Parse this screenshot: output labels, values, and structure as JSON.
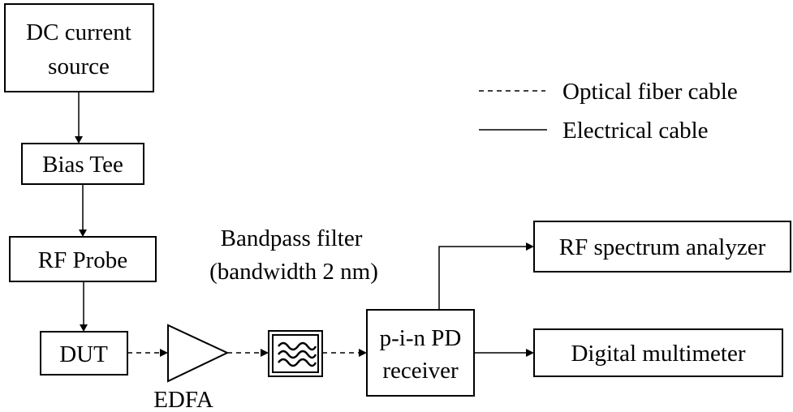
{
  "blocks": {
    "dc_source": [
      "DC current",
      "source"
    ],
    "bias_tee": [
      "Bias Tee"
    ],
    "rf_probe": [
      "RF Probe"
    ],
    "dut": [
      "DUT"
    ],
    "pd_receiver": [
      "p-i-n PD",
      "receiver"
    ],
    "rf_analyzer": [
      "RF spectrum analyzer"
    ],
    "multimeter": [
      "Digital multimeter"
    ]
  },
  "labels": {
    "edfa": "EDFA",
    "bandpass_title": "Bandpass filter",
    "bandpass_detail": "(bandwidth 2 nm)"
  },
  "legend": {
    "optical": "Optical fiber cable",
    "electrical": "Electrical cable"
  },
  "colors": {
    "stroke": "#000000",
    "background": "#ffffff"
  }
}
